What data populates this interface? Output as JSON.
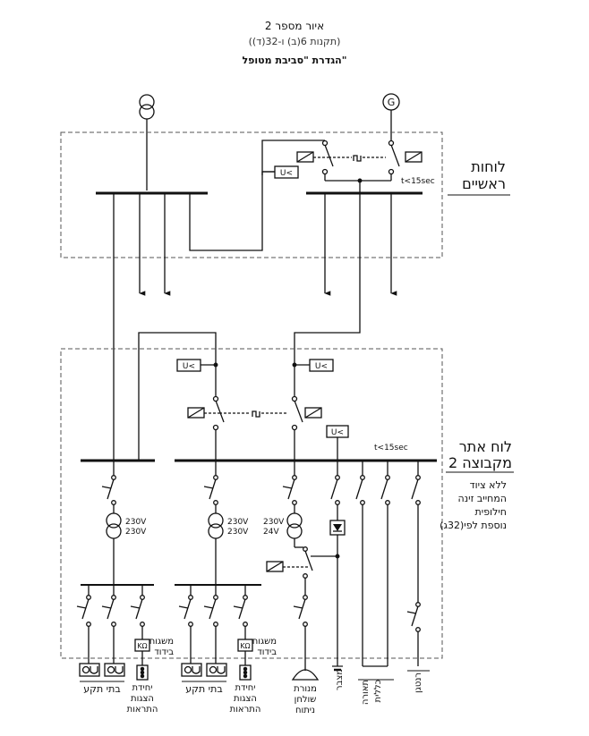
{
  "figure": {
    "title": "איור מספר 2",
    "subtitle": "(תקנות 6(ב) ו-32(ד))",
    "heading": "הגדרת \"סביבת מטופל\""
  },
  "labels": {
    "generator": "G",
    "main_panel_1": "לוחות",
    "main_panel_2": "ראשיים",
    "time_delay_main": "t<15sec",
    "time_delay_site": "t<15sec",
    "sub_panel_1": "לוח אתר",
    "sub_panel_2": "מקבוצה 2",
    "no_equipment_1": "ללא ציוד",
    "no_equipment_2": "המחייב זינה",
    "no_equipment_3": "חילופית",
    "no_equipment_4": "נוספת לפי(32ג)",
    "tr1_v1": "230V",
    "tr1_v2": "230V",
    "tr2_v1": "230V",
    "tr2_v2": "230V",
    "tr3_v1": "230V",
    "tr3_v2": "24V",
    "uv_relay": "U<",
    "kohm": "KΩ",
    "insulation_monitor_1": "משגוח",
    "insulation_monitor_2": "בידוד",
    "sockets_1": "בתי תקע",
    "sockets_2": "בתי תקע",
    "alarm_1": "יחידת",
    "alarm_2": "הצגות",
    "alarm_3": "התראות",
    "surgical_lamp_1": "מנורת",
    "surgical_lamp_2": "שולחן",
    "surgical_lamp_3": "ניתוח",
    "battery": "מצבר",
    "general_light_1": "תאורה",
    "general_light_2": "כללית",
    "x_ray": "רנטגן"
  }
}
